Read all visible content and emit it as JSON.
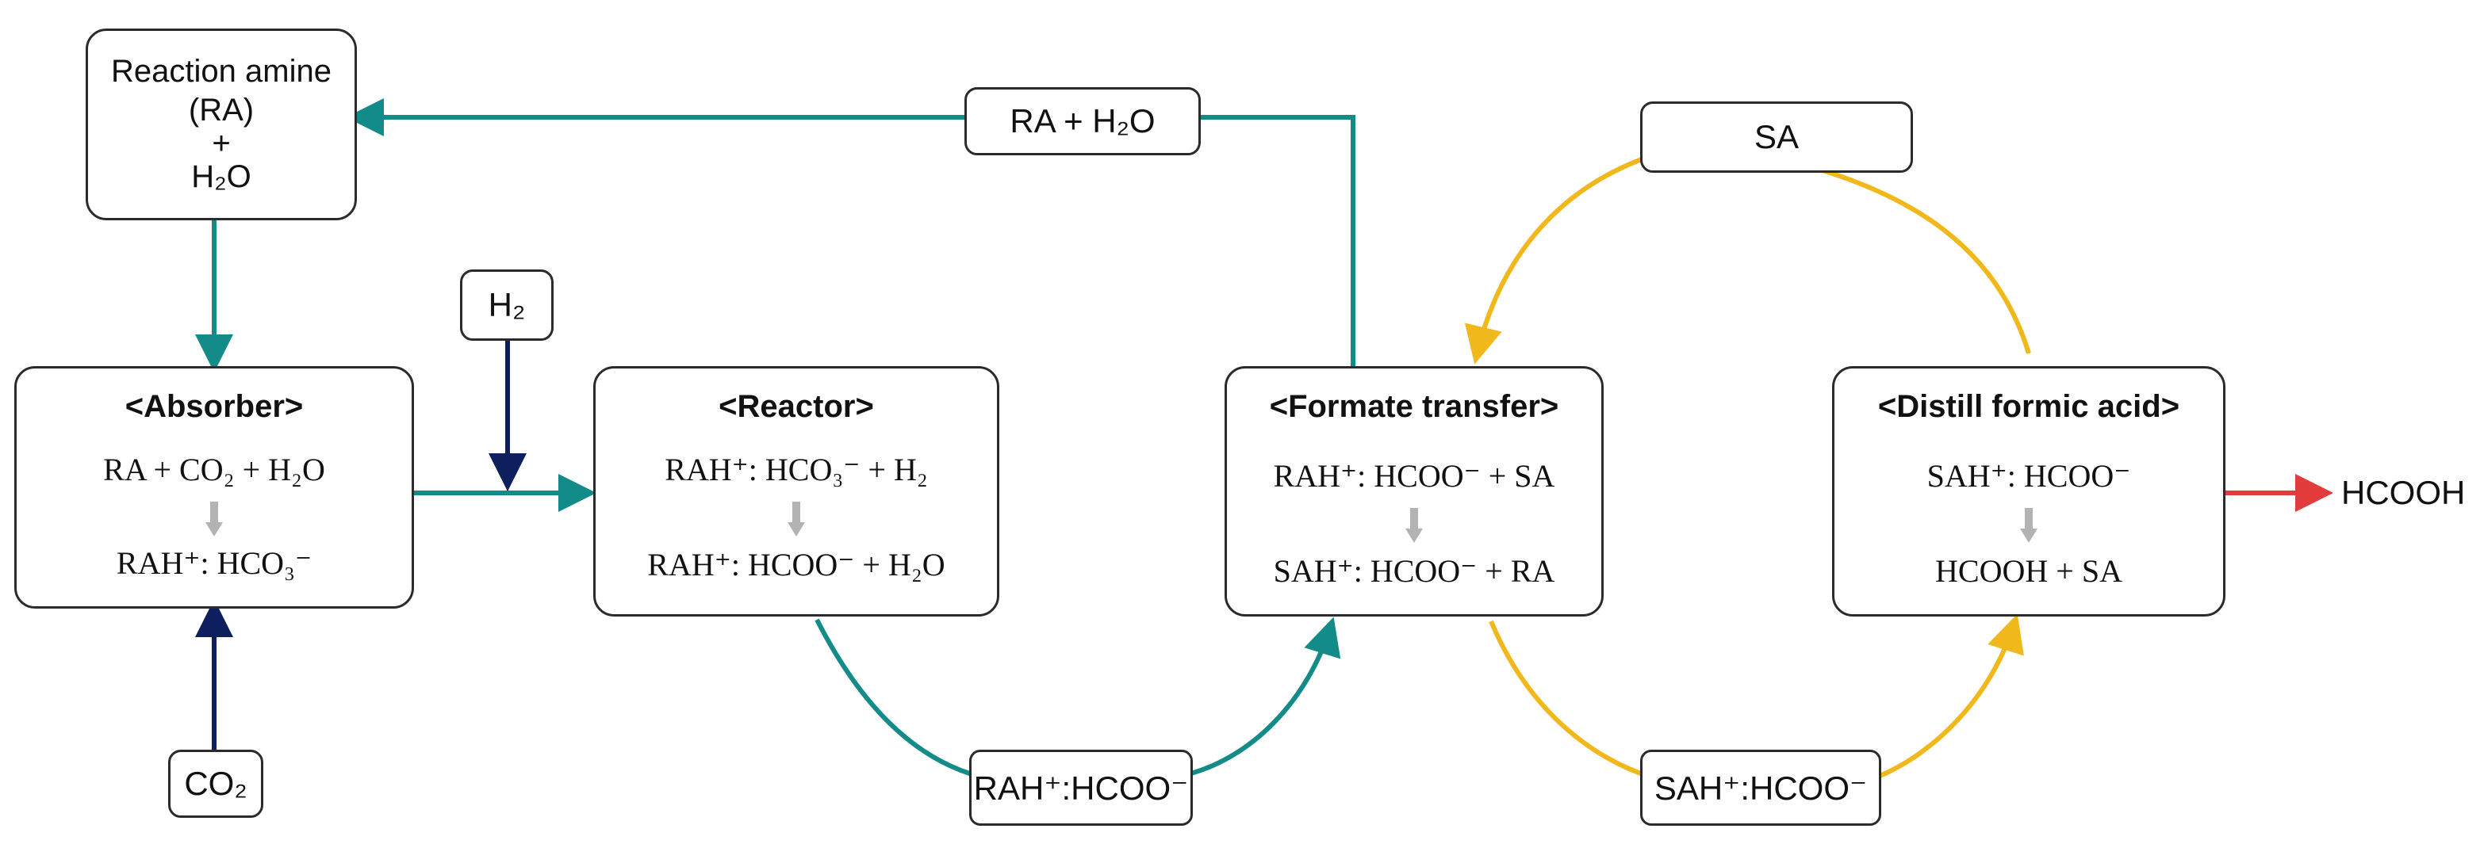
{
  "colors": {
    "teal": "#138b88",
    "navy": "#0d1f5c",
    "yellow": "#f0b81a",
    "red": "#e23b3b",
    "gray": "#b3b3b3"
  },
  "amine_box": {
    "line1": "Reaction amine",
    "line2": "(RA)",
    "plus": "+",
    "h2o": "H₂O"
  },
  "recycle_label": "RA + H₂O",
  "sa_label": "SA",
  "h2_label": "H₂",
  "co2_label": "CO₂",
  "absorber": {
    "title": "<Absorber>",
    "eq_in": "RA +  CO₂ + H₂O",
    "eq_out": "RAH⁺: HCO₃⁻"
  },
  "reactor": {
    "title": "<Reactor>",
    "eq_in": "RAH⁺: HCO₃⁻ + H₂",
    "eq_out": "RAH⁺: HCOO⁻ + H₂O"
  },
  "formate_transfer": {
    "title": "<Formate transfer>",
    "eq_in": "RAH⁺: HCOO⁻ + SA",
    "eq_out": "SAH⁺: HCOO⁻ + RA"
  },
  "distill": {
    "title": "<Distill formic acid>",
    "eq_in": "SAH⁺: HCOO⁻",
    "eq_out": "HCOOH + SA"
  },
  "rah_formate_label": "RAH⁺:HCOO⁻",
  "sah_formate_label": "SAH⁺:HCOO⁻",
  "product_label": "HCOOH"
}
